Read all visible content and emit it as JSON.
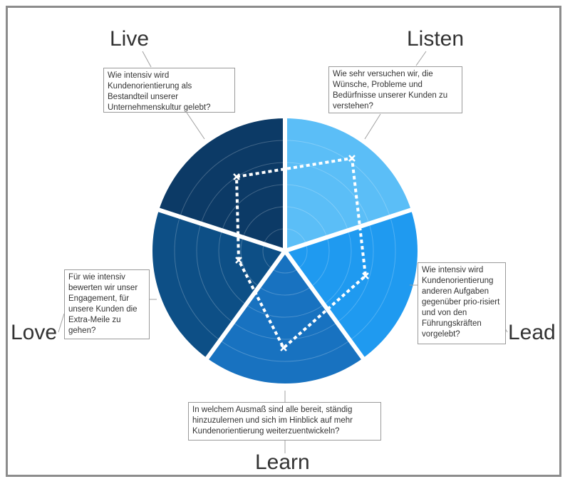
{
  "segments": [
    {
      "id": "live",
      "title": "Live",
      "question": "Wie intensiv wird Kundenorientierung  als Bestandteil unserer Unternehmenskultur gelebt?",
      "color": "#0c3a66"
    },
    {
      "id": "listen",
      "title": "Listen",
      "question": "Wie sehr versuchen wir, die Wünsche, Probleme und Bedürfnisse unserer Kunden zu verstehen?",
      "color": "#5bbef7"
    },
    {
      "id": "lead",
      "title": "Lead",
      "question": "Wie intensiv wird Kundenorientierung anderen Aufgaben gegenüber prio-risiert und von den Führungskräften vorgelebt?",
      "color": "#1f9af0"
    },
    {
      "id": "learn",
      "title": "Learn",
      "question": "In welchem Ausmaß sind alle bereit, ständig hinzuzulernen und sich im Hinblick auf mehr Kundenorientierung weiterzuentwickeln?",
      "color": "#1872c0"
    },
    {
      "id": "love",
      "title": "Love",
      "question": "Für wie intensiv bewerten wir unser Engagement, für unsere Kunden die Extra-Meile zu gehen?",
      "color": "#0d4f86"
    }
  ],
  "ring_count": 5,
  "profile_line_color": "#ffffff"
}
